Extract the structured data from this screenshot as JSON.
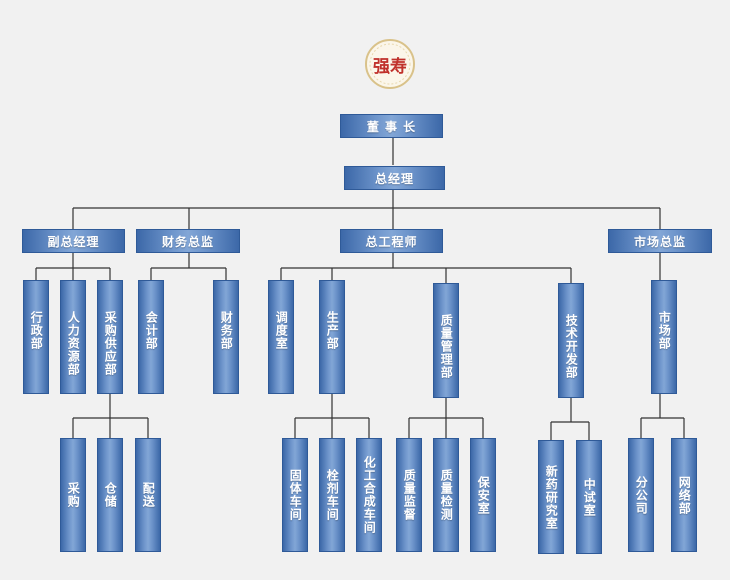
{
  "logo": {
    "text": "强寿",
    "icon": "brand-seal-icon",
    "color": "#c0312b"
  },
  "colors": {
    "box": "#5b84c1",
    "border": "#2f5a98",
    "line": "#333333",
    "background": "#f1f1f1"
  },
  "nodes": {
    "chairman": "董 事 长",
    "gm": "总经理",
    "vice_gm": "副总经理",
    "finance_director": "财务总监",
    "chief_engineer": "总工程师",
    "marketing_director": "市场总监",
    "admin": "行政部",
    "hr": "人力资源部",
    "procurement_supply": "采购供应部",
    "accounting": "会计部",
    "finance": "财务部",
    "dispatch": "调度室",
    "production": "生产部",
    "quality_mgmt": "质量管理部",
    "tech_dev": "技术开发部",
    "marketing": "市场部",
    "purchasing": "采购",
    "warehouse": "仓储",
    "distribution": "配送",
    "solid_workshop": "固体车间",
    "injection_workshop": "栓剂车间",
    "chem_workshop": "化工合成车间",
    "quality_supervision": "质量监督",
    "quality_testing": "质量检测",
    "security": "保安室",
    "new_drug_lab": "新药研究室",
    "pilot_lab": "中试室",
    "branch": "分公司",
    "network": "网络部"
  }
}
